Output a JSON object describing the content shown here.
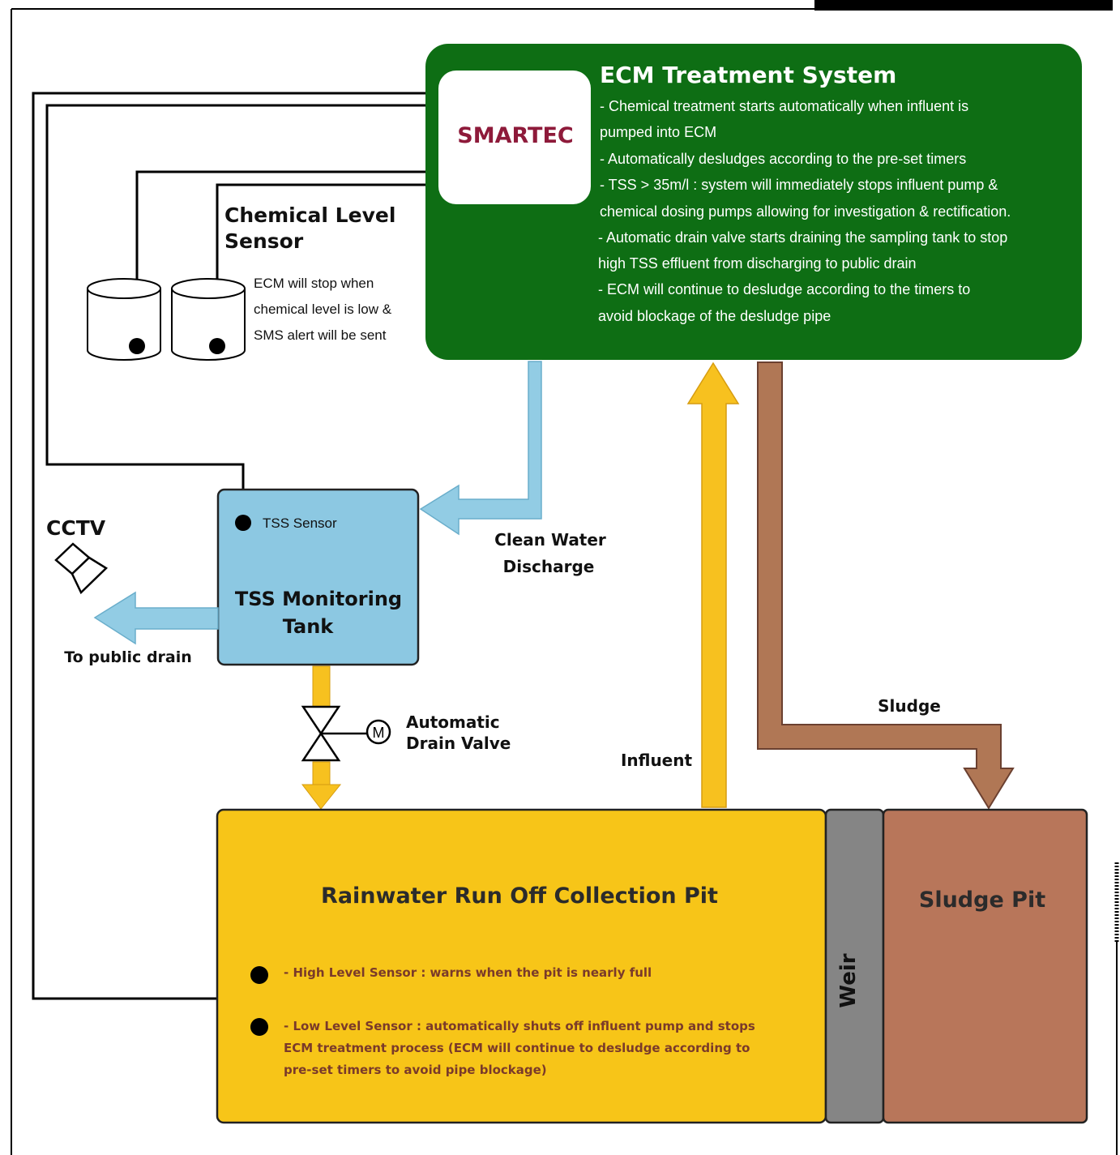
{
  "colors": {
    "ecm_green": "#0e6e14",
    "tss_blue": "#8cc8e2",
    "pit_yellow": "#f7c518",
    "sludge_brown": "#b8765a",
    "weir_gray": "#858585",
    "arrow_blue": "#92cce4",
    "arrow_yellow": "#f7c11f",
    "arrow_brown": "#b07755",
    "smartec_red": "#8e1a3a"
  },
  "ecm": {
    "title": "ECM Treatment System",
    "lines": [
      "- Chemical treatment starts automatically when influent is",
      "pumped into ECM",
      "- Automatically desludges according to the pre-set timers",
      "- TSS > 35m/l : system will immediately stops influent pump &",
      "chemical dosing pumps allowing for investigation & rectification.",
      "- Automatic drain valve starts draining the sampling tank to stop",
      "high TSS effluent from discharging to public drain",
      "- ECM will continue to desludge according to the timers to",
      "avoid blockage of the desludge pipe"
    ]
  },
  "logo": {
    "text": "SMARTEC",
    "icon": "smartec-logo"
  },
  "chemical_sensor": {
    "title_1": "Chemical Level",
    "title_2": "Sensor",
    "lines": [
      "ECM will stop when",
      "chemical level is low &",
      "SMS alert will be sent"
    ]
  },
  "tss_tank": {
    "sensor_label": "TSS Sensor",
    "title_1": "TSS Monitoring",
    "title_2": "Tank"
  },
  "cctv": {
    "label": "CCTV",
    "icon": "cctv-camera-icon"
  },
  "labels": {
    "to_public_drain": "To public drain",
    "clean_water_1": "Clean Water",
    "clean_water_2": "Discharge",
    "drain_valve_1": "Automatic",
    "drain_valve_2": "Drain Valve",
    "motor": "M",
    "influent": "Influent",
    "sludge": "Sludge"
  },
  "pit": {
    "title": "Rainwater Run Off Collection Pit",
    "high_sensor": "- High Level Sensor : warns when the pit is nearly full",
    "low_sensor_lines": [
      "- Low Level Sensor : automatically shuts off influent pump and stops",
      "ECM treatment process (ECM will continue to desludge according to",
      "pre-set timers to avoid pipe blockage)"
    ]
  },
  "weir": {
    "label": "Weir"
  },
  "sludge_pit": {
    "title": "Sludge Pit"
  }
}
